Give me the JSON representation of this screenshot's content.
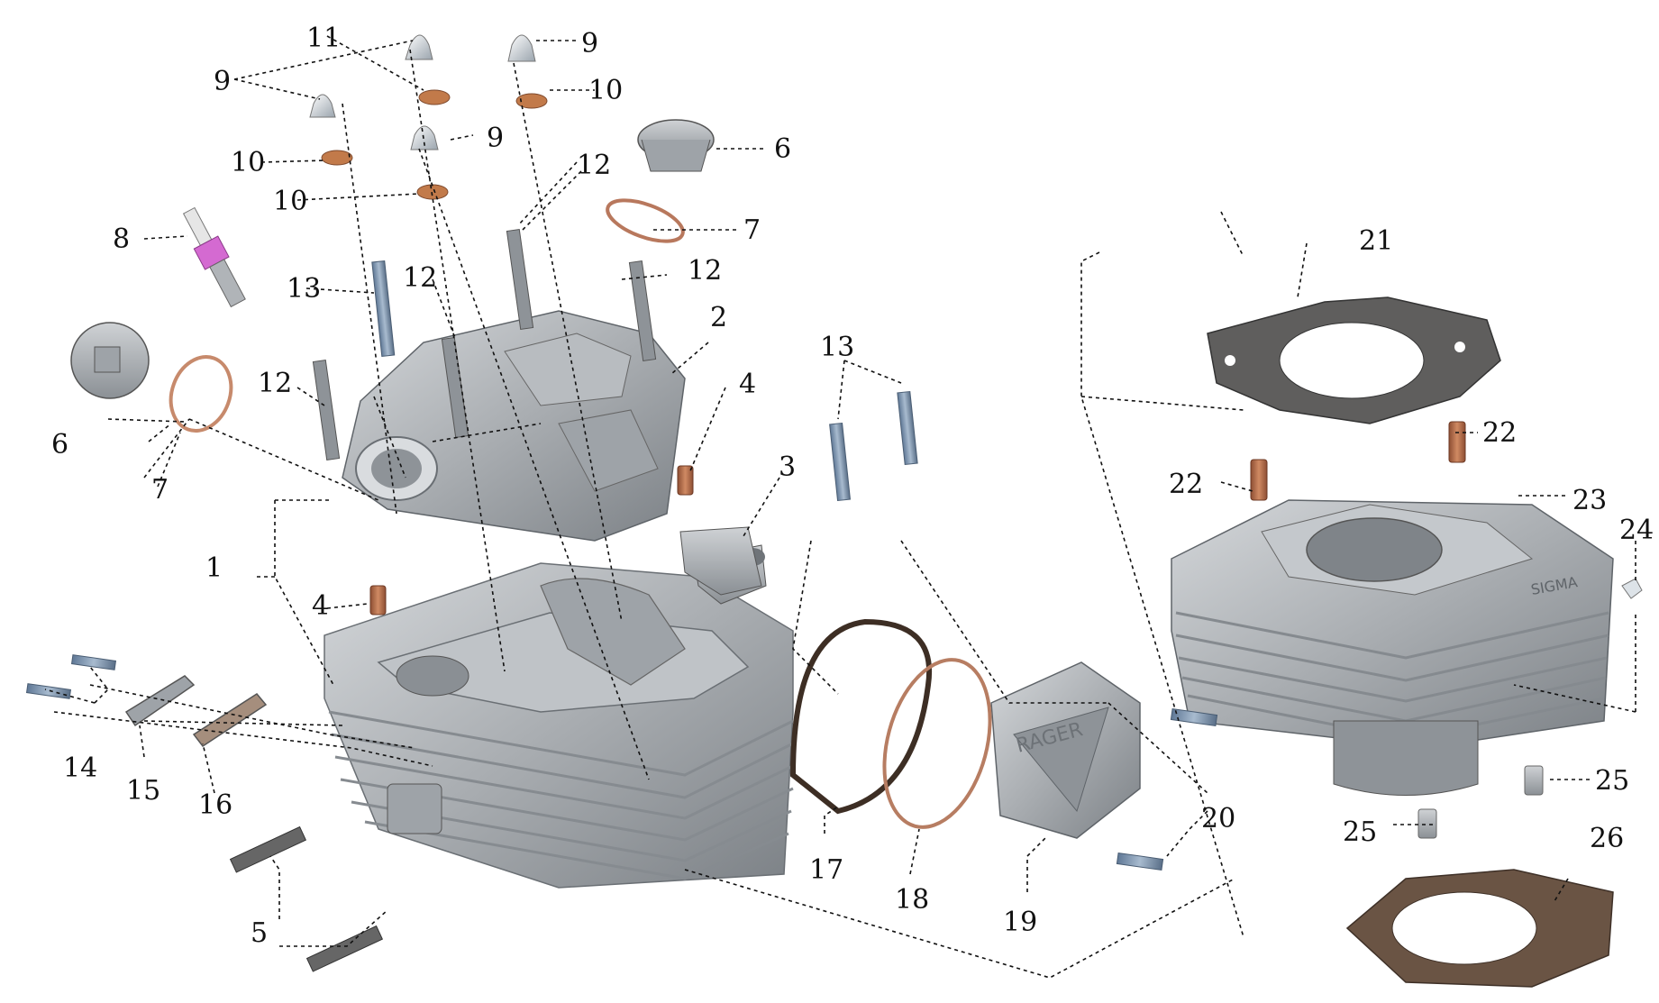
{
  "diagram": {
    "type": "exploded parts diagram",
    "callouts": [
      {
        "id": "c1",
        "text": "1"
      },
      {
        "id": "c2",
        "text": "2"
      },
      {
        "id": "c3",
        "text": "3"
      },
      {
        "id": "c4a",
        "text": "4"
      },
      {
        "id": "c4b",
        "text": "4"
      },
      {
        "id": "c5",
        "text": "5"
      },
      {
        "id": "c6a",
        "text": "6"
      },
      {
        "id": "c6b",
        "text": "6"
      },
      {
        "id": "c7a",
        "text": "7"
      },
      {
        "id": "c7b",
        "text": "7"
      },
      {
        "id": "c8",
        "text": "8"
      },
      {
        "id": "c9a",
        "text": "9"
      },
      {
        "id": "c9b",
        "text": "9"
      },
      {
        "id": "c9c",
        "text": "9"
      },
      {
        "id": "c10a",
        "text": "10"
      },
      {
        "id": "c10b",
        "text": "10"
      },
      {
        "id": "c10c",
        "text": "10"
      },
      {
        "id": "c11",
        "text": "11"
      },
      {
        "id": "c12a",
        "text": "12"
      },
      {
        "id": "c12b",
        "text": "12"
      },
      {
        "id": "c12c",
        "text": "12"
      },
      {
        "id": "c12d",
        "text": "12"
      },
      {
        "id": "c13a",
        "text": "13"
      },
      {
        "id": "c13b",
        "text": "13"
      },
      {
        "id": "c14",
        "text": "14"
      },
      {
        "id": "c15",
        "text": "15"
      },
      {
        "id": "c16",
        "text": "16"
      },
      {
        "id": "c17",
        "text": "17"
      },
      {
        "id": "c18",
        "text": "18"
      },
      {
        "id": "c19",
        "text": "19"
      },
      {
        "id": "c20",
        "text": "20"
      },
      {
        "id": "c21",
        "text": "21"
      },
      {
        "id": "c22a",
        "text": "22"
      },
      {
        "id": "c22b",
        "text": "22"
      },
      {
        "id": "c23",
        "text": "23"
      },
      {
        "id": "c24",
        "text": "24"
      },
      {
        "id": "c25a",
        "text": "25"
      },
      {
        "id": "c25b",
        "text": "25"
      },
      {
        "id": "c26",
        "text": "26"
      }
    ],
    "embossed_text": {
      "cover": "RAGER",
      "cylinder": "SIGMA"
    },
    "colors": {
      "metal": "#a9adb1",
      "metal_dark": "#7c8186",
      "gasket": "#6b5a4a",
      "copper": "#b9714a",
      "bolt": "#7f95ad",
      "spark_plug_hex": "#d46ad1",
      "line": "#111111"
    }
  }
}
